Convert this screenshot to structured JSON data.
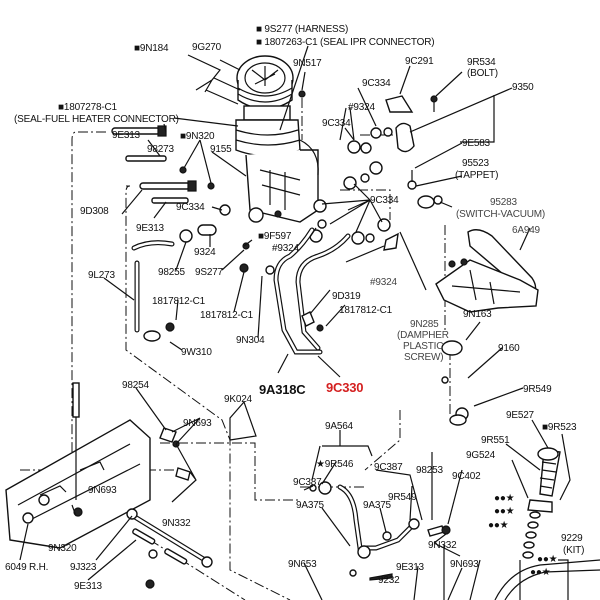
{
  "title": "Fuel injection pump / high pressure oil system exploded view",
  "labels": {
    "harness": "■ 9S277 (HARNESS)",
    "seal_ipr": "■ 1807263-C1 (SEAL IPR CONNECTOR)",
    "n9n184": "■9N184",
    "n9g270": "9G270",
    "n9n517": "9N517",
    "n9c291": "9C291",
    "n9r534": "9R534",
    "bolt": "(BOLT)",
    "n9350": "9350",
    "n9c334a": "9C334",
    "n9324a": "#9324",
    "n9c334b": "9C334",
    "seal_fuel_num": "■1807278-C1",
    "seal_fuel_desc": "(SEAL-FUEL HEATER CONNECTOR)",
    "n9e313a": "9E313",
    "n9n320a": "■9N320",
    "n98273": "98273",
    "n9155": "9155",
    "n9e583": "9E583",
    "n95523": "95523",
    "tappet": "(TAPPET)",
    "n9d308": "9D308",
    "n9c334c": "9C334",
    "n9c334d": "9C334",
    "n95283": "95283",
    "switch_vacuum": "(SWITCH-VACUUM)",
    "n9e313b": "9E313",
    "n9f597": "■9F597",
    "n9324b": "#9324",
    "n9324c": "9324",
    "n6a949": "6A949",
    "n98255": "98255",
    "n9s277": "9S277",
    "n9324d": "#9324",
    "n9l273": "9L273",
    "n1817812a": "1817812-C1",
    "n1817812b": "1817812-C1",
    "n9d319": "9D319",
    "n1817812c": "1817812-C1",
    "n9n285": "9N285",
    "damper1": "(DAMPHER",
    "damper2": "PLASTIC",
    "damper3": "SCREW)",
    "n9n163": "9N163",
    "n9w310": "9W310",
    "n9n304": "9N304",
    "n9160": "9160",
    "n9a318c": "9A318C",
    "n9c330": "9C330",
    "n98254": "98254",
    "n9k024": "9K024",
    "n9r549a": "9R549",
    "n9n693a": "9N693",
    "n9a564": "9A564",
    "n9e527": "9E527",
    "n9r546": "★9R546",
    "n9c387a": "9C387",
    "n9c387b": "9C387",
    "n98253": "98253",
    "n9r551": "9R551",
    "n9r523": "■9R523",
    "n9g524": "9G524",
    "n9c402": "9C402",
    "n9n693b": "9N693",
    "n9r549b": "9R549",
    "n9a375a": "9A375",
    "n9a375b": "9A375",
    "n9n332a": "9N332",
    "n9n332b": "9N332",
    "n9229": "9229",
    "kit": "(KIT)",
    "n9n320b": "9N320",
    "n6049": "6049 R.H.",
    "n9j323": "9J323",
    "n9e313c": "9E313",
    "n9n653": "9N653",
    "n9e313d": "9E313",
    "n9232": "9232",
    "n9n693c": "9N693",
    "sym1": "●●★",
    "sym2": "●●★",
    "sym3": "●●★",
    "sym4": "●●★",
    "sym5": "●●★"
  },
  "colors": {
    "highlight": "#d42020",
    "ink": "#111111",
    "background": "#ffffff"
  }
}
